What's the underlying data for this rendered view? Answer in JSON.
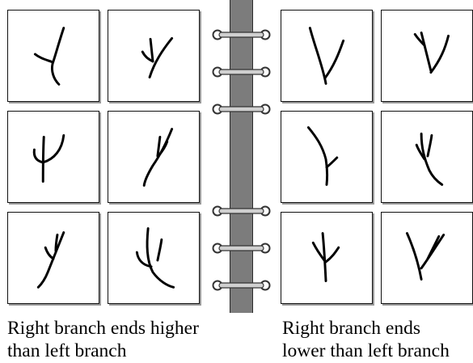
{
  "captions": {
    "left": {
      "line1": "Right branch ends higher",
      "line2": "than left branch"
    },
    "right": {
      "line1": "Right branch ends",
      "line2": "lower than left branch"
    }
  },
  "colors": {
    "stroke": "#000000",
    "card_border": "#111111",
    "card_shadow": "#9a9a9a",
    "spine": "#7c7c7c",
    "ring_metal": "#d0d0d0"
  }
}
